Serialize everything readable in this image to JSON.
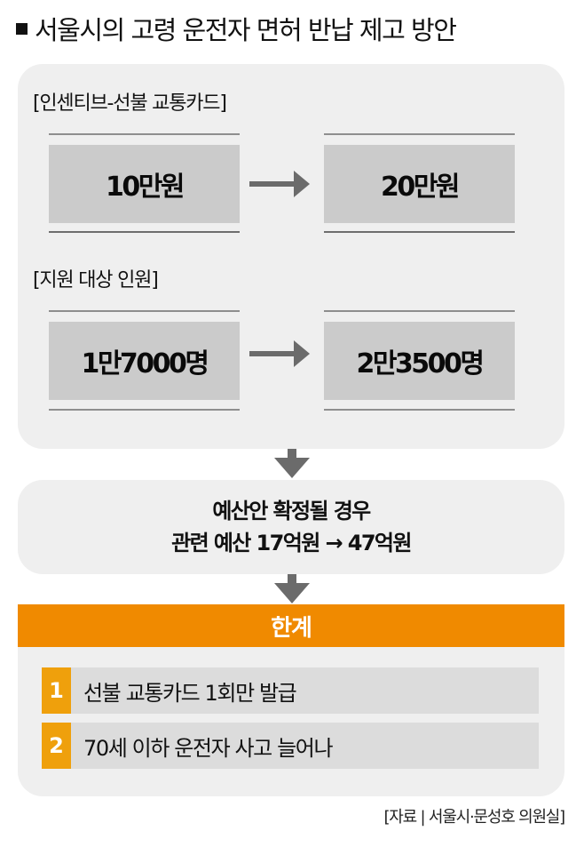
{
  "title": "서울시의 고령 운전자 면허 반납 제고 방안",
  "incentive_section": {
    "label": "[인센티브-선불 교통카드]",
    "from": "10만원",
    "to": "20만원"
  },
  "target_section": {
    "label": "[지원 대상 인원]",
    "from": "1만7000명",
    "to": "2만3500명"
  },
  "budget": {
    "line1": "예산안 확정될 경우",
    "line2": "관련 예산 17억원 → 47억원"
  },
  "limits": {
    "header": "한계",
    "items": [
      {
        "num": "1",
        "text": "선불 교통카드 1회만 발급"
      },
      {
        "num": "2",
        "text": "70세 이하 운전자 사고 늘어나"
      }
    ]
  },
  "source": "[자료 | 서울시·문성호 의원실]",
  "colors": {
    "panel_bg": "#efefef",
    "value_box": "#cbcbcb",
    "arrow": "#6b6b6b",
    "orange": "#f08a00",
    "number_badge": "#efa00c",
    "limit_row": "#dcdcdc"
  }
}
